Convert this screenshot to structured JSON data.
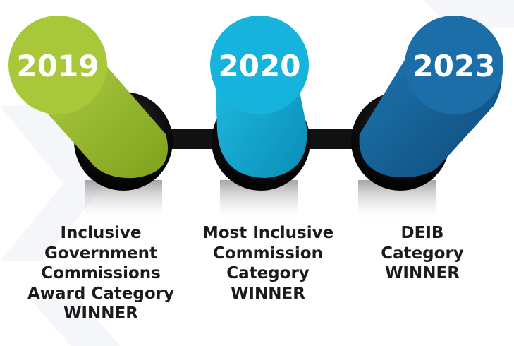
{
  "milestones": [
    {
      "year": "2019",
      "caption_lines": [
        "Inclusive",
        "Government",
        "Commissions",
        "Award Category",
        "WINNER"
      ],
      "color_light": "#a8c83a",
      "color_dark": "#7fa41f"
    },
    {
      "year": "2020",
      "caption_lines": [
        "Most Inclusive",
        "Commission",
        "Category",
        "WINNER"
      ],
      "color_light": "#16b4dc",
      "color_dark": "#0b8fb7"
    },
    {
      "year": "2023",
      "caption_lines": [
        "DEIB",
        "Category",
        "WINNER"
      ],
      "color_light": "#1b6ea8",
      "color_dark": "#0f4f7e"
    }
  ],
  "connector_color": "#111111",
  "text_color": "#1b1b1b"
}
